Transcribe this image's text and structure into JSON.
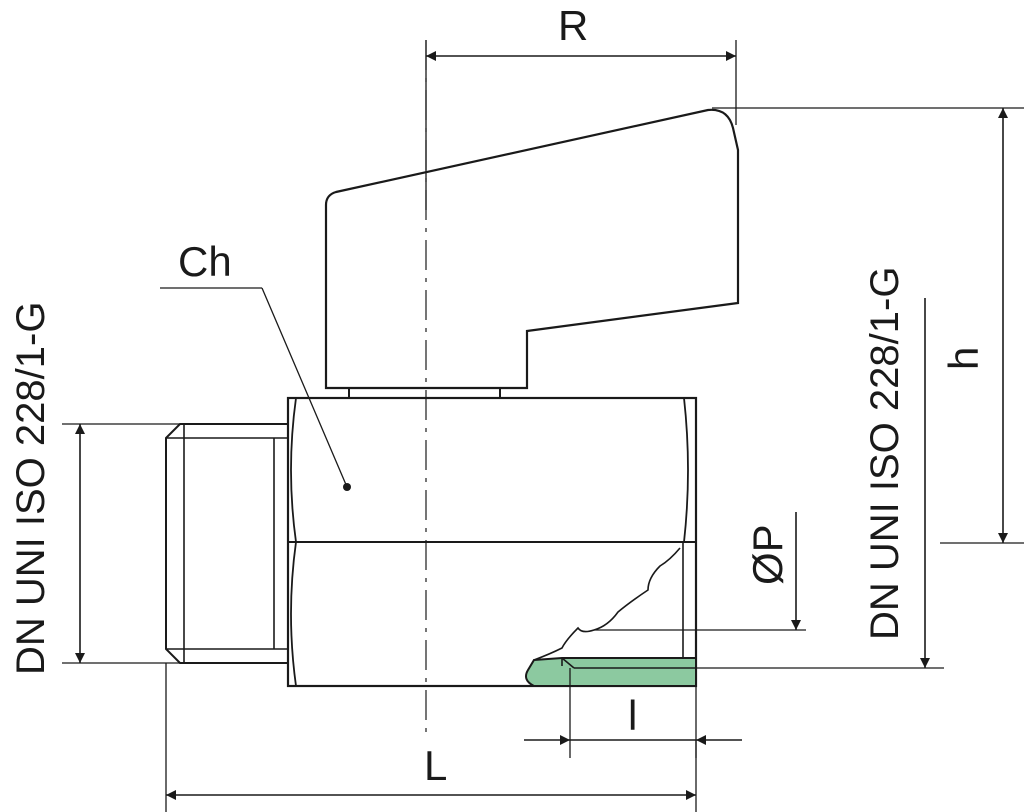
{
  "dimensions": {
    "R": "R",
    "L": "L",
    "l": "l",
    "h": "h",
    "P": "ØP",
    "Ch": "Ch"
  },
  "thread_left": "DN UNI ISO 228/1-G",
  "thread_right": "DN UNI ISO 228/1-G",
  "colors": {
    "line": "#1a1a1a",
    "seal": "#8cc9a0"
  }
}
